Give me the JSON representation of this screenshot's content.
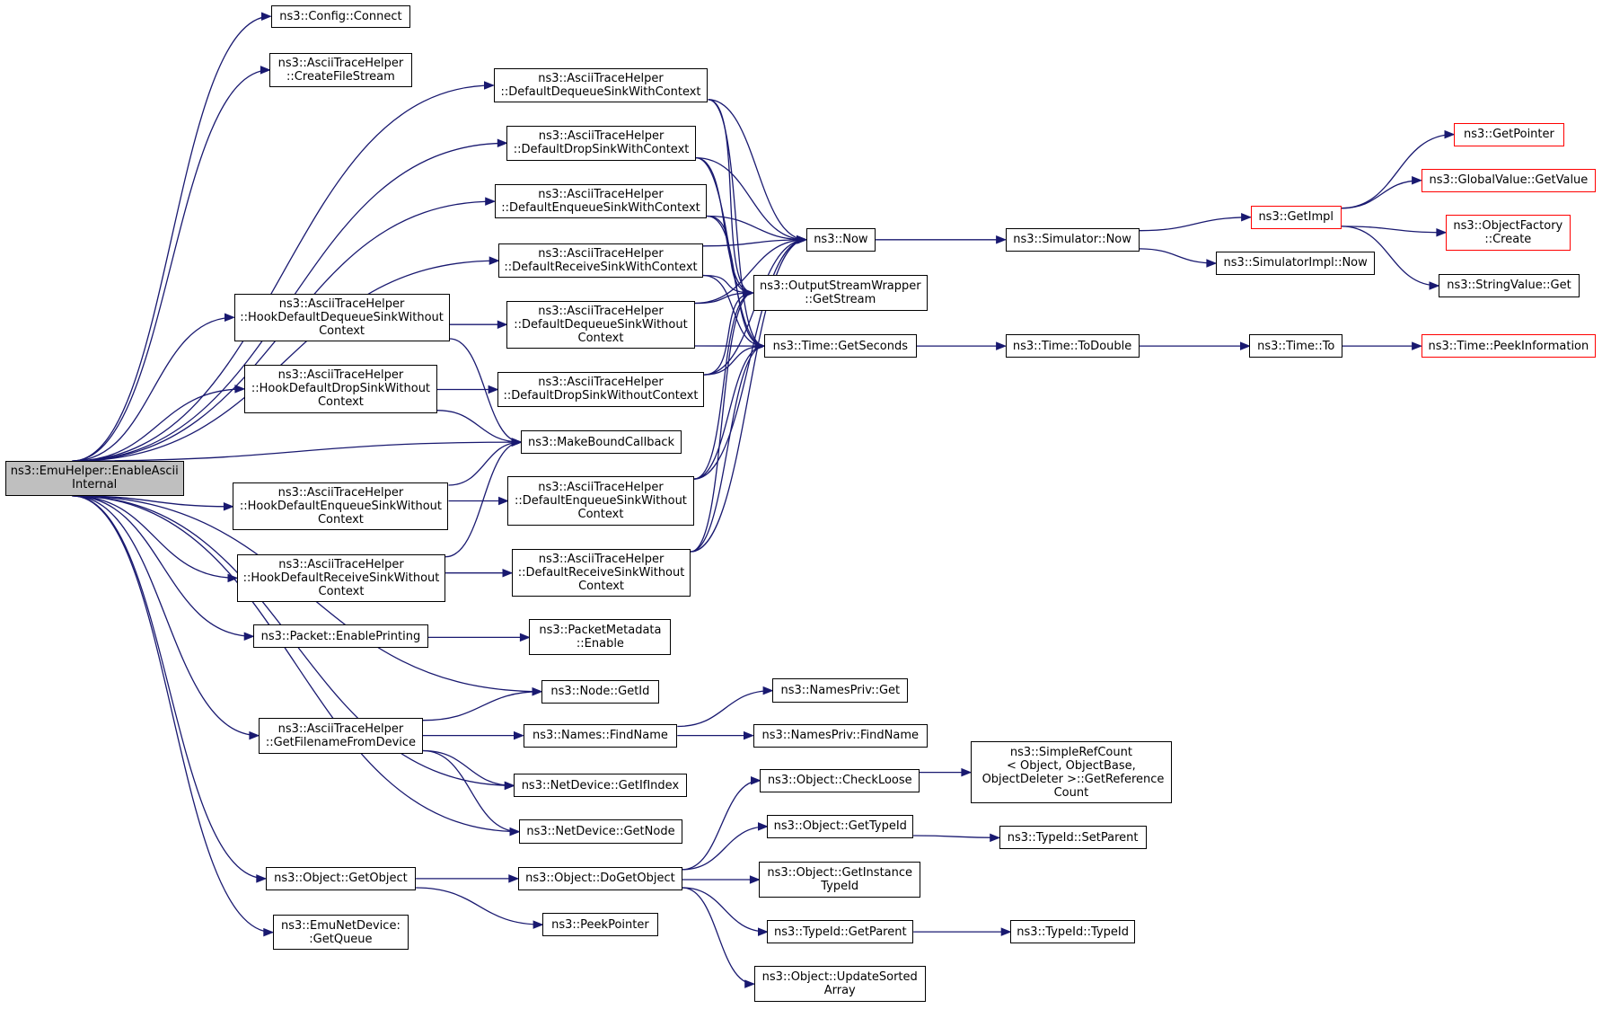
{
  "colors": {
    "edge": "#191970",
    "root_fill": "#bfbfbf",
    "node_border": "#000000",
    "truncated_border": "#ff0000"
  },
  "nodes": {
    "root": {
      "lines": [
        "ns3::EmuHelper::EnableAscii",
        "Internal"
      ]
    },
    "config_connect": {
      "lines": [
        "ns3::Config::Connect"
      ]
    },
    "create_file_stream": {
      "lines": [
        "ns3::AsciiTraceHelper",
        "::CreateFileStream"
      ]
    },
    "dequeue_ctx": {
      "lines": [
        "ns3::AsciiTraceHelper",
        "::DefaultDequeueSinkWithContext"
      ]
    },
    "drop_ctx": {
      "lines": [
        "ns3::AsciiTraceHelper",
        "::DefaultDropSinkWithContext"
      ]
    },
    "enqueue_ctx": {
      "lines": [
        "ns3::AsciiTraceHelper",
        "::DefaultEnqueueSinkWithContext"
      ]
    },
    "receive_ctx": {
      "lines": [
        "ns3::AsciiTraceHelper",
        "::DefaultReceiveSinkWithContext"
      ]
    },
    "hook_dequeue": {
      "lines": [
        "ns3::AsciiTraceHelper",
        "::HookDefaultDequeueSinkWithout",
        "Context"
      ]
    },
    "dequeue_noctx": {
      "lines": [
        "ns3::AsciiTraceHelper",
        "::DefaultDequeueSinkWithout",
        "Context"
      ]
    },
    "hook_drop": {
      "lines": [
        "ns3::AsciiTraceHelper",
        "::HookDefaultDropSinkWithout",
        "Context"
      ]
    },
    "drop_noctx": {
      "lines": [
        "ns3::AsciiTraceHelper",
        "::DefaultDropSinkWithoutContext"
      ]
    },
    "make_bound_callback": {
      "lines": [
        "ns3::MakeBoundCallback"
      ]
    },
    "hook_enqueue": {
      "lines": [
        "ns3::AsciiTraceHelper",
        "::HookDefaultEnqueueSinkWithout",
        "Context"
      ]
    },
    "enqueue_noctx": {
      "lines": [
        "ns3::AsciiTraceHelper",
        "::DefaultEnqueueSinkWithout",
        "Context"
      ]
    },
    "hook_receive": {
      "lines": [
        "ns3::AsciiTraceHelper",
        "::HookDefaultReceiveSinkWithout",
        "Context"
      ]
    },
    "receive_noctx": {
      "lines": [
        "ns3::AsciiTraceHelper",
        "::DefaultReceiveSinkWithout",
        "Context"
      ]
    },
    "packet_enable_printing": {
      "lines": [
        "ns3::Packet::EnablePrinting"
      ]
    },
    "packet_metadata_enable": {
      "lines": [
        "ns3::PacketMetadata",
        "::Enable"
      ]
    },
    "node_getid": {
      "lines": [
        "ns3::Node::GetId"
      ]
    },
    "get_filename": {
      "lines": [
        "ns3::AsciiTraceHelper",
        "::GetFilenameFromDevice"
      ]
    },
    "names_findname": {
      "lines": [
        "ns3::Names::FindName"
      ]
    },
    "namespriv_get": {
      "lines": [
        "ns3::NamesPriv::Get"
      ]
    },
    "namespriv_findname": {
      "lines": [
        "ns3::NamesPriv::FindName"
      ]
    },
    "netdevice_getifindex": {
      "lines": [
        "ns3::NetDevice::GetIfIndex"
      ]
    },
    "netdevice_getnode": {
      "lines": [
        "ns3::NetDevice::GetNode"
      ]
    },
    "object_getobject": {
      "lines": [
        "ns3::Object::GetObject"
      ]
    },
    "object_dogetobject": {
      "lines": [
        "ns3::Object::DoGetObject"
      ]
    },
    "peek_pointer": {
      "lines": [
        "ns3::PeekPointer"
      ]
    },
    "emunetdevice_getqueue": {
      "lines": [
        "ns3::EmuNetDevice:",
        ":GetQueue"
      ]
    },
    "now": {
      "lines": [
        "ns3::Now"
      ]
    },
    "osw_getstream": {
      "lines": [
        "ns3::OutputStreamWrapper",
        "::GetStream"
      ]
    },
    "time_getseconds": {
      "lines": [
        "ns3::Time::GetSeconds"
      ]
    },
    "simulator_now": {
      "lines": [
        "ns3::Simulator::Now"
      ]
    },
    "time_todouble": {
      "lines": [
        "ns3::Time::ToDouble"
      ]
    },
    "getimpl": {
      "lines": [
        "ns3::GetImpl"
      ]
    },
    "simulatorimpl_now": {
      "lines": [
        "ns3::SimulatorImpl::Now"
      ]
    },
    "time_to": {
      "lines": [
        "ns3::Time::To"
      ]
    },
    "getpointer": {
      "lines": [
        "ns3::GetPointer"
      ]
    },
    "globalvalue_getvalue": {
      "lines": [
        "ns3::GlobalValue::GetValue"
      ]
    },
    "objectfactory_create": {
      "lines": [
        "ns3::ObjectFactory",
        "::Create"
      ]
    },
    "stringvalue_get": {
      "lines": [
        "ns3::StringValue::Get"
      ]
    },
    "time_peekinformation": {
      "lines": [
        "ns3::Time::PeekInformation"
      ]
    },
    "object_checkloose": {
      "lines": [
        "ns3::Object::CheckLoose"
      ]
    },
    "simplerefcount": {
      "lines": [
        "ns3::SimpleRefCount",
        "< Object, ObjectBase,",
        " ObjectDeleter >::GetReference",
        "Count"
      ]
    },
    "object_gettypeid": {
      "lines": [
        "ns3::Object::GetTypeId"
      ]
    },
    "typeid_setparent": {
      "lines": [
        "ns3::TypeId::SetParent"
      ]
    },
    "object_getinstancetypeid": {
      "lines": [
        "ns3::Object::GetInstance",
        "TypeId"
      ]
    },
    "typeid_getparent": {
      "lines": [
        "ns3::TypeId::GetParent"
      ]
    },
    "typeid_typeid": {
      "lines": [
        "ns3::TypeId::TypeId"
      ]
    },
    "object_updatesortedarray": {
      "lines": [
        "ns3::Object::UpdateSorted",
        "Array"
      ]
    }
  }
}
